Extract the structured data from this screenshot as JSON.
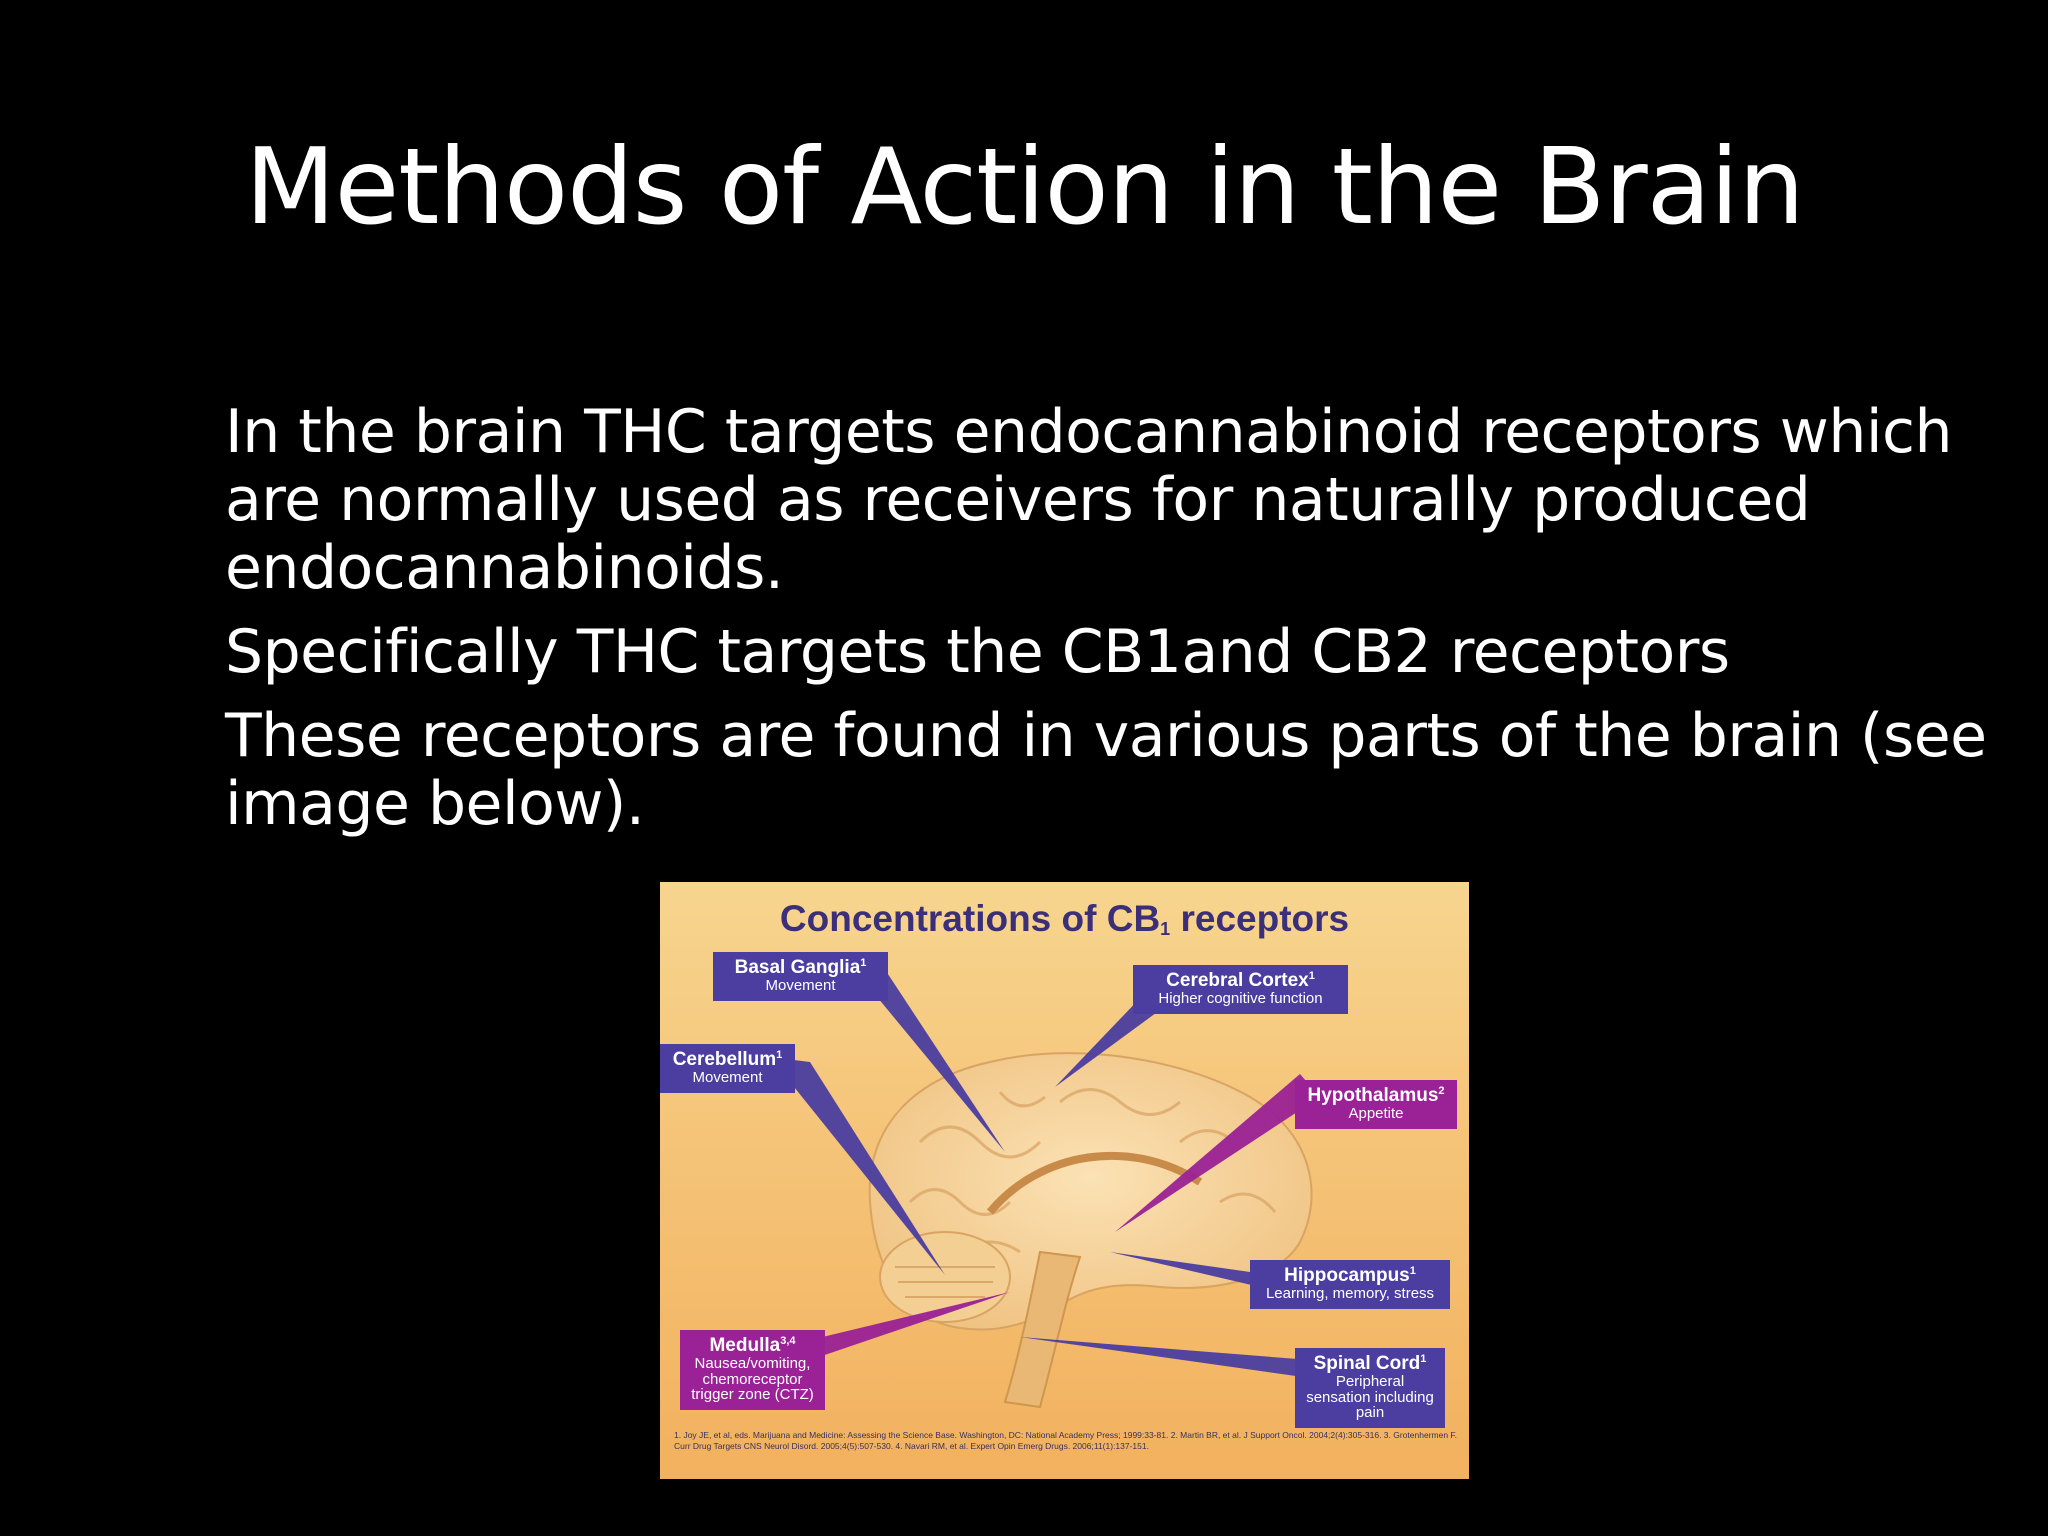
{
  "slide": {
    "title": "Methods of Action in the Brain",
    "bullets": [
      "In the brain THC targets endocannabinoid receptors which are normally used as receivers for naturally produced endocannabinoids.",
      "Specifically THC targets the CB1and CB2 receptors",
      "These receptors are found in various parts of the brain (see image below)."
    ]
  },
  "figure": {
    "title_prefix": "Concentrations of CB",
    "title_sub": "1",
    "title_suffix": " receptors",
    "labels": {
      "basal_ganglia": {
        "name": "Basal Ganglia",
        "sup": "1",
        "desc": "Movement"
      },
      "cerebral_cortex": {
        "name": "Cerebral Cortex",
        "sup": "1",
        "desc": "Higher cognitive function"
      },
      "cerebellum": {
        "name": "Cerebellum",
        "sup": "1",
        "desc": "Movement"
      },
      "hypothalamus": {
        "name": "Hypothalamus",
        "sup": "2",
        "desc": "Appetite"
      },
      "hippocampus": {
        "name": "Hippocampus",
        "sup": "1",
        "desc": "Learning, memory, stress"
      },
      "medulla": {
        "name": "Medulla",
        "sup": "3,4",
        "desc": "Nausea/vomiting, chemoreceptor trigger zone (CTZ)"
      },
      "spinal_cord": {
        "name": "Spinal Cord",
        "sup": "1",
        "desc": "Peripheral sensation including pain"
      }
    },
    "references": "1. Joy JE, et al, eds. Marijuana and Medicine: Assessing the Science Base. Washington, DC: National Academy Press; 1999:33-81. 2. Martin BR, et al. J Support Oncol. 2004;2(4):305-316. 3. Grotenhermen F. Curr Drug Targets CNS Neurol Disord. 2005;4(5):507-530. 4. Navari RM, et al. Expert Opin Emerg Drugs. 2006;11(1):137-151.",
    "colors": {
      "blue_label": "#4b3ea0",
      "magenta_label": "#9b2296",
      "background": "#f5c57a"
    }
  }
}
